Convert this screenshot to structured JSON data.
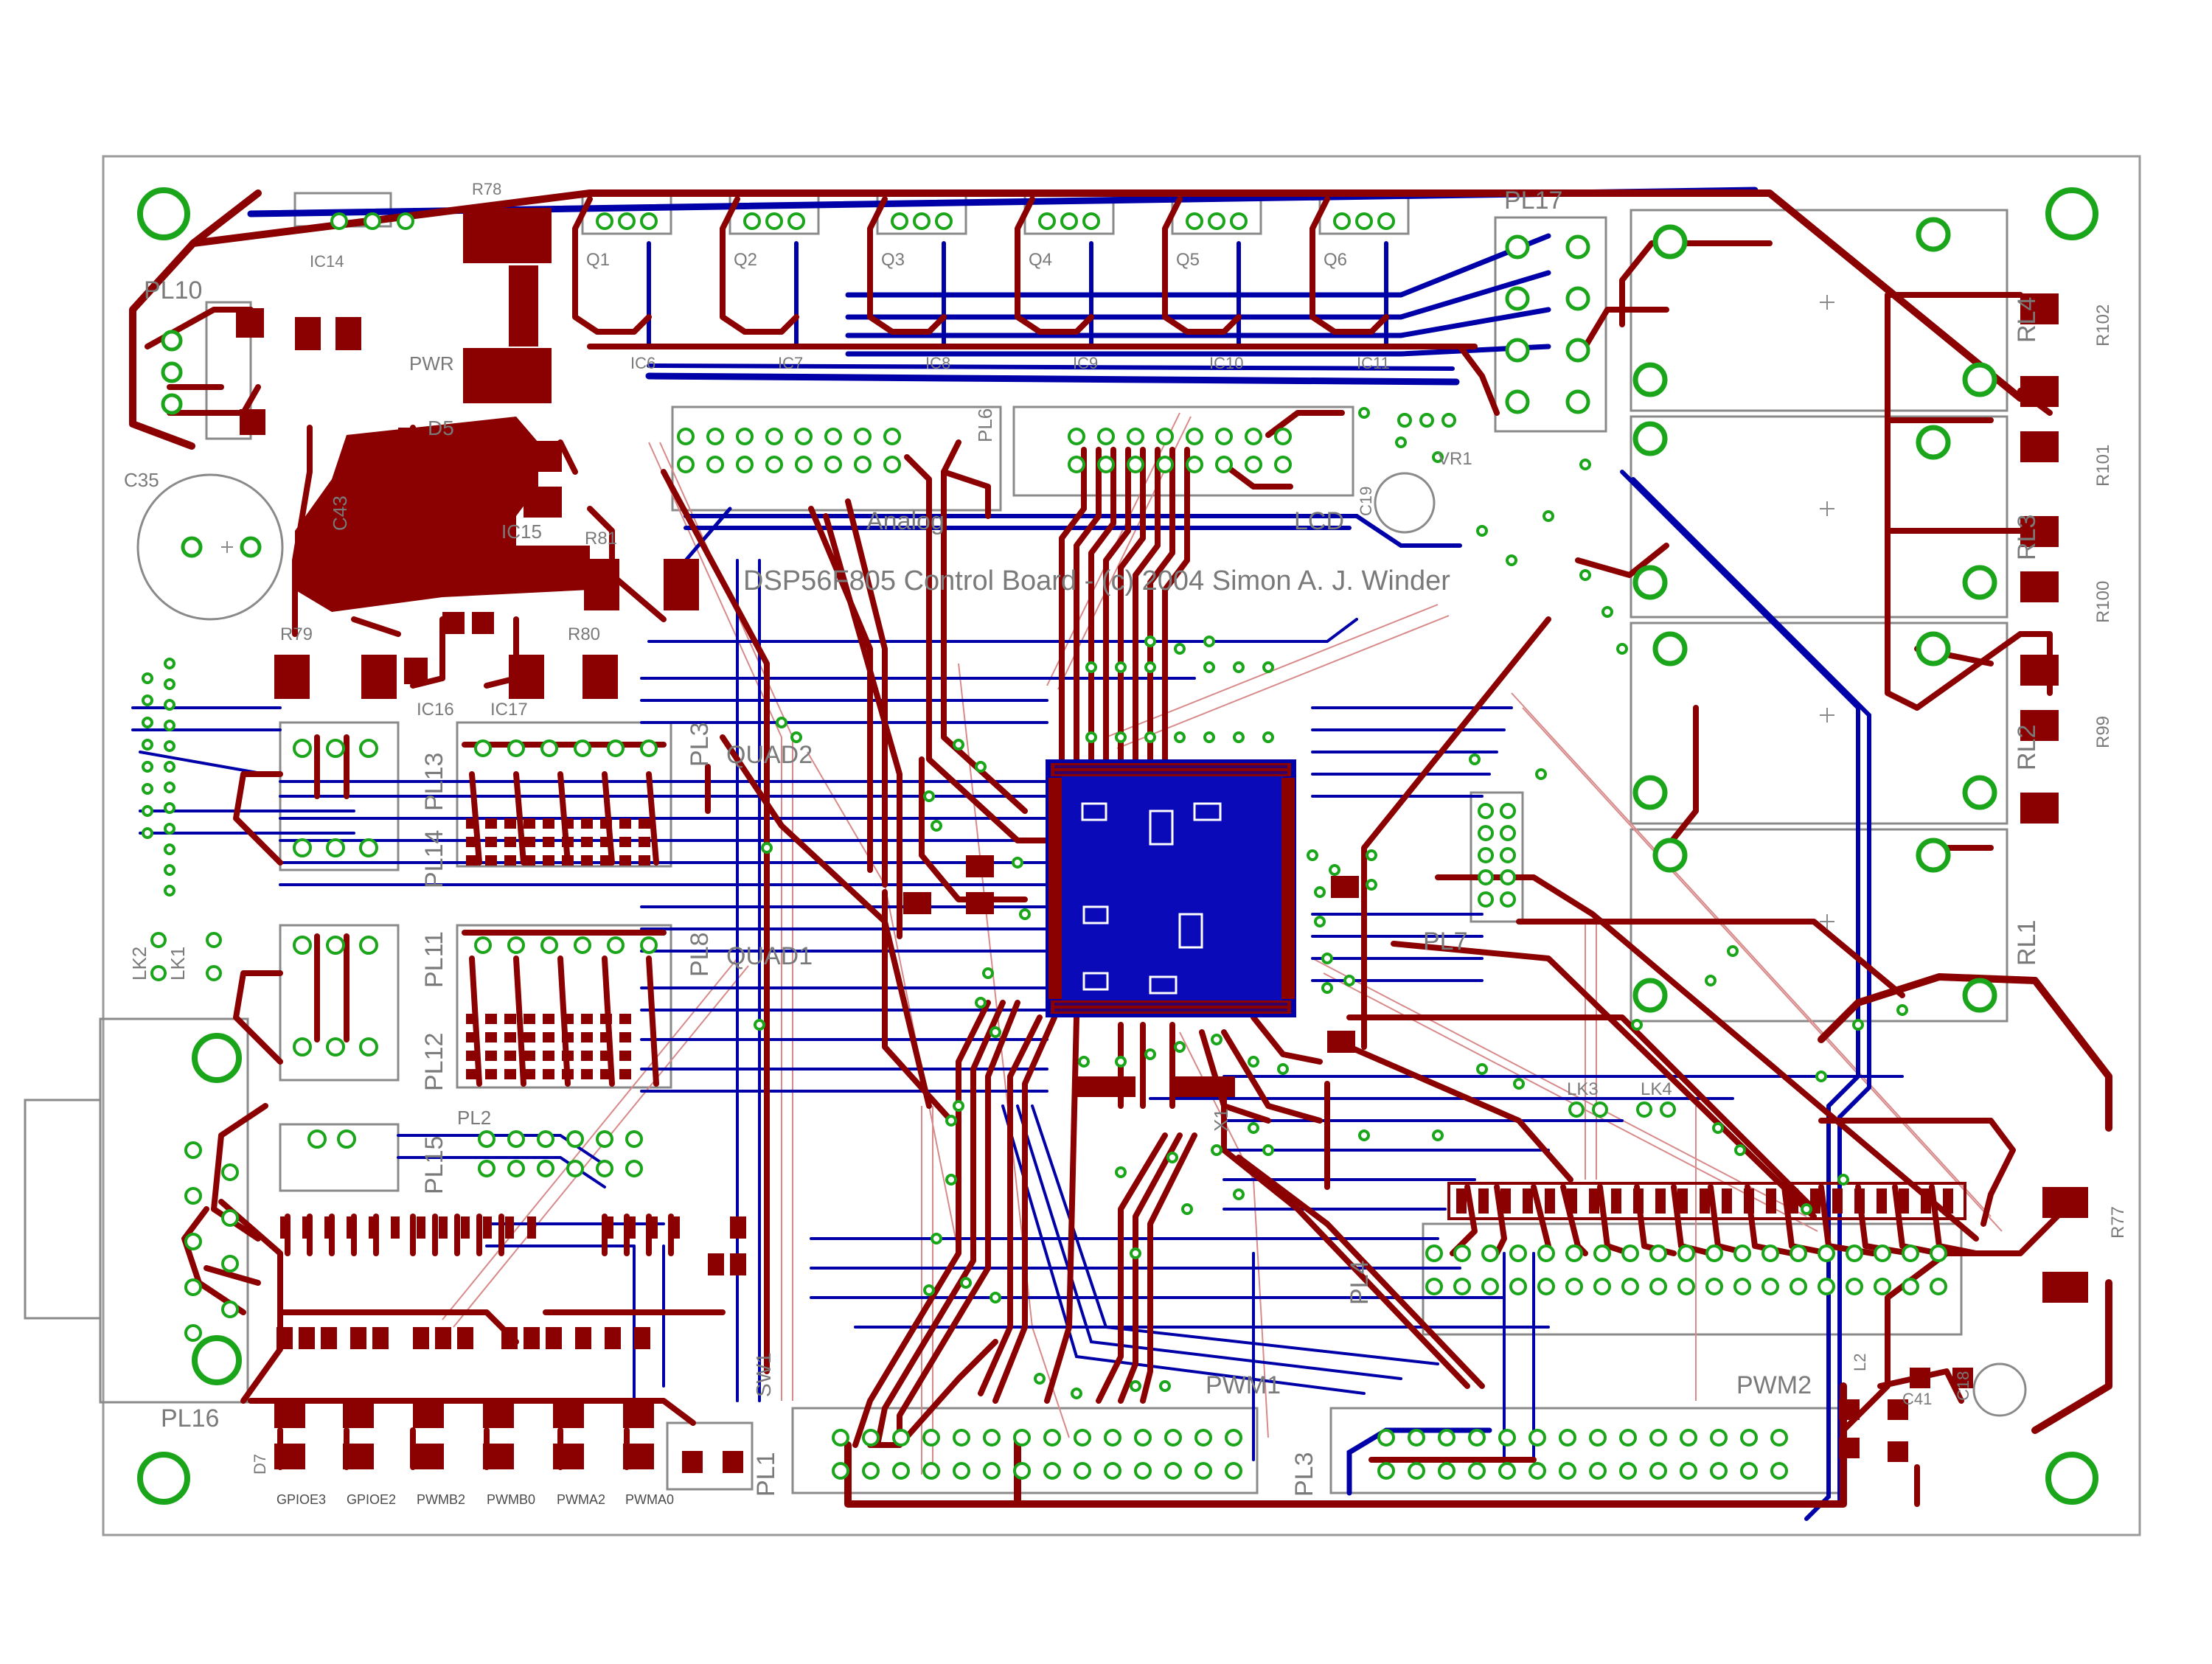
{
  "board_title": "DSP56F805 Control Board - (c) 2004 Simon A. J. Winder",
  "colors": {
    "background": "#ffffff",
    "outline": "#9a9a9a",
    "top_copper": "#8b0000",
    "bottom_copper": "#0000a8",
    "pad_ring": "#1aa51a",
    "silkscreen": "#7a7a7a",
    "airwire": "#d88a8a"
  },
  "labels": {
    "pl10": "PL10",
    "c35": "C35",
    "ic14": "IC14",
    "r78": "R78",
    "pwr": "PWR",
    "d5": "D5",
    "ic15": "IC15",
    "c43": "C43",
    "r81": "R81",
    "r79": "R79",
    "r80": "R80",
    "ic16": "IC16",
    "ic17": "IC17",
    "q1": "Q1",
    "q2": "Q2",
    "q3": "Q3",
    "q4": "Q4",
    "q5": "Q5",
    "q6": "Q6",
    "ic6": "IC6",
    "ic7": "IC7",
    "ic8": "IC8",
    "ic9": "IC9",
    "ic10": "IC10",
    "ic11": "IC11",
    "pl17": "PL17",
    "pl6": "PL6",
    "analog": "Analog",
    "lcd": "LCD",
    "vr1": "VR1",
    "c19": "C19",
    "quad2": "QUAD2",
    "quad1": "QUAD1",
    "pl3": "PL3",
    "pl8": "PL8",
    "pl11": "PL11",
    "pl12": "PL12",
    "pl13": "PL13",
    "pl14": "PL14",
    "pl15": "PL15",
    "pl16": "PL16",
    "pl7": "PL7",
    "pl4": "PL4",
    "pl1": "PL1",
    "pl2": "PL2",
    "sw1": "SW1",
    "pwm1": "PWM1",
    "pwm2": "PWM2",
    "rl1": "RL1",
    "rl2": "RL2",
    "rl3": "RL3",
    "rl4": "RL4",
    "r99": "R99",
    "r100": "R100",
    "r101": "R101",
    "r102": "R102",
    "r77": "R77",
    "lk1": "LK1",
    "lk2": "LK2",
    "lk3": "LK3",
    "lk4": "LK4",
    "c41": "C41",
    "c18": "C18",
    "l2": "L2",
    "x1": "X1",
    "d7": "D7"
  },
  "led_labels": [
    "GPIOE3",
    "GPIOE2",
    "PWMB2",
    "PWMB0",
    "PWMA2",
    "PWMA0"
  ]
}
